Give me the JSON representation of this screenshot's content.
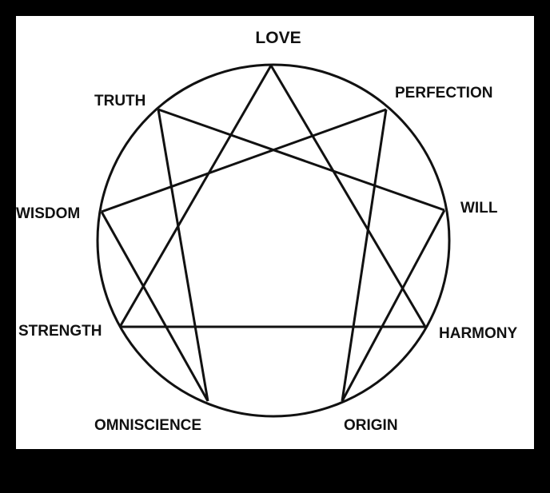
{
  "diagram": {
    "labels": {
      "love": "LOVE",
      "perfection": "PERFECTION",
      "will": "WILL",
      "harmony": "HARMONY",
      "origin": "ORIGIN",
      "omniscience": "OMNISCIENCE",
      "strength": "STRENGTH",
      "wisdom": "WISDOM",
      "truth": "TRUTH"
    },
    "colors": {
      "background": "#ffffff",
      "frame": "#000000",
      "stroke": "#111111"
    }
  }
}
